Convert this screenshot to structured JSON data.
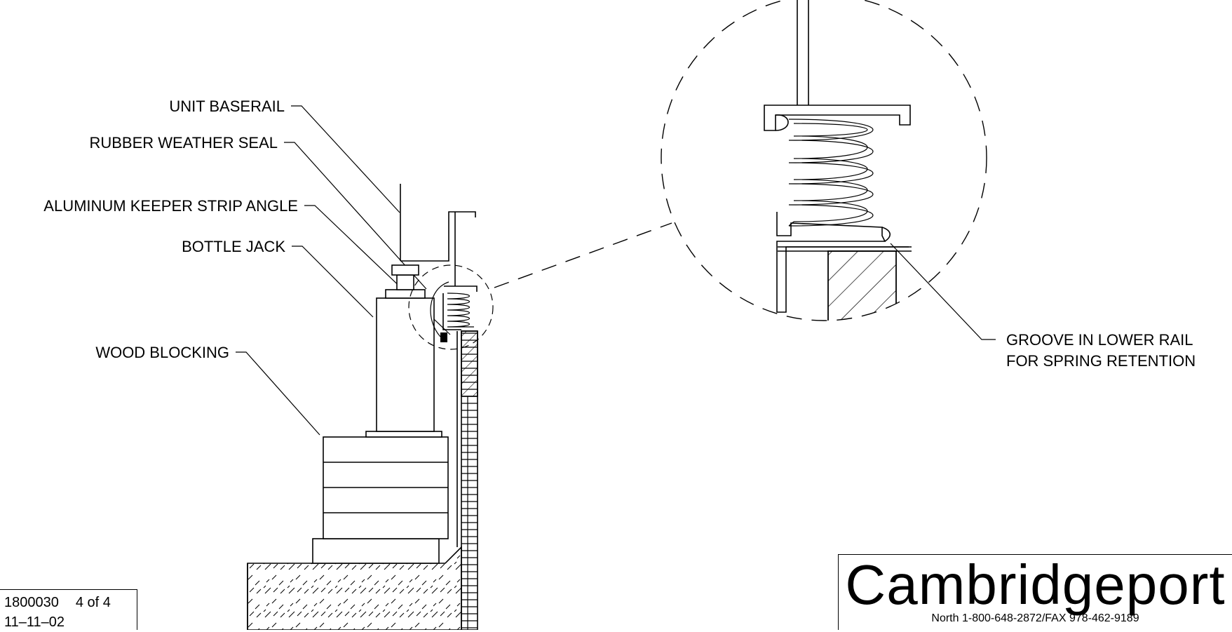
{
  "labels": {
    "unit_baserail": "UNIT BASERAIL",
    "rubber_weather_seal": "RUBBER WEATHER SEAL",
    "aluminum_keeper": "ALUMINUM KEEPER STRIP ANGLE",
    "bottle_jack": "BOTTLE JACK",
    "wood_blocking": "WOOD BLOCKING",
    "groove_line1": "GROOVE IN LOWER RAIL",
    "groove_line2": "FOR SPRING RETENTION"
  },
  "title_block": {
    "drawing_number": "1800030",
    "sheet": "4 of 4",
    "date": "11–11–02"
  },
  "logo": {
    "brand": "Cambridgeport",
    "contact": "North 1-800-648-2872/FAX 978-462-9189"
  }
}
